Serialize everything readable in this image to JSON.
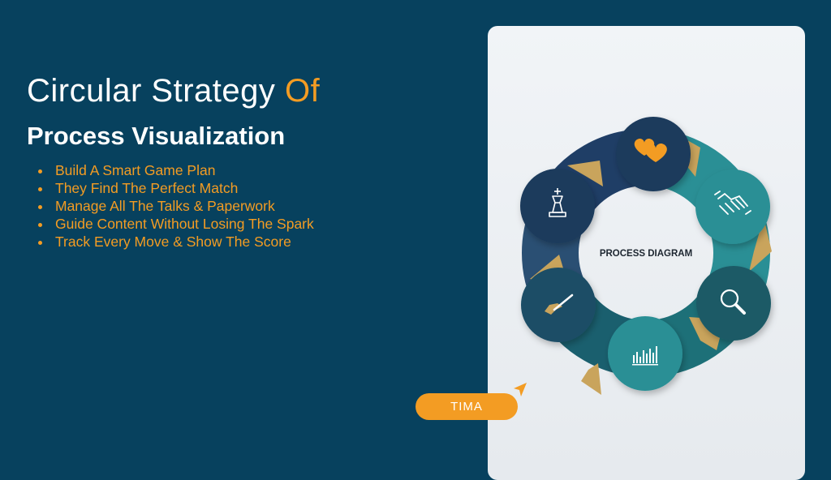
{
  "heading": {
    "title_main": "Circular Strategy ",
    "title_accent": "Of",
    "subtitle": "Process Visualization"
  },
  "bullets": [
    "Build A Smart Game Plan",
    "They Find The Perfect Match",
    "Manage All The Talks & Paperwork",
    "Guide Content Without Losing The Spark",
    "Track Every Move & Show The Score"
  ],
  "diagram": {
    "center_label": "PROCESS DIAGRAM",
    "nodes": [
      {
        "icon": "hearts-icon",
        "color": "#1a3a5c"
      },
      {
        "icon": "handshake-icon",
        "color": "#2a8f95"
      },
      {
        "icon": "magnifier-icon",
        "color": "#1b5a66"
      },
      {
        "icon": "bar-chart-icon",
        "color": "#2a8f95"
      },
      {
        "icon": "pen-hand-icon",
        "color": "#1b4e66"
      },
      {
        "icon": "chess-king-icon",
        "color": "#1a3a5c"
      }
    ]
  },
  "badge": {
    "label": "TIMA"
  },
  "colors": {
    "background": "#07415e",
    "accent": "#f39c23",
    "gold": "#c9a45c"
  }
}
